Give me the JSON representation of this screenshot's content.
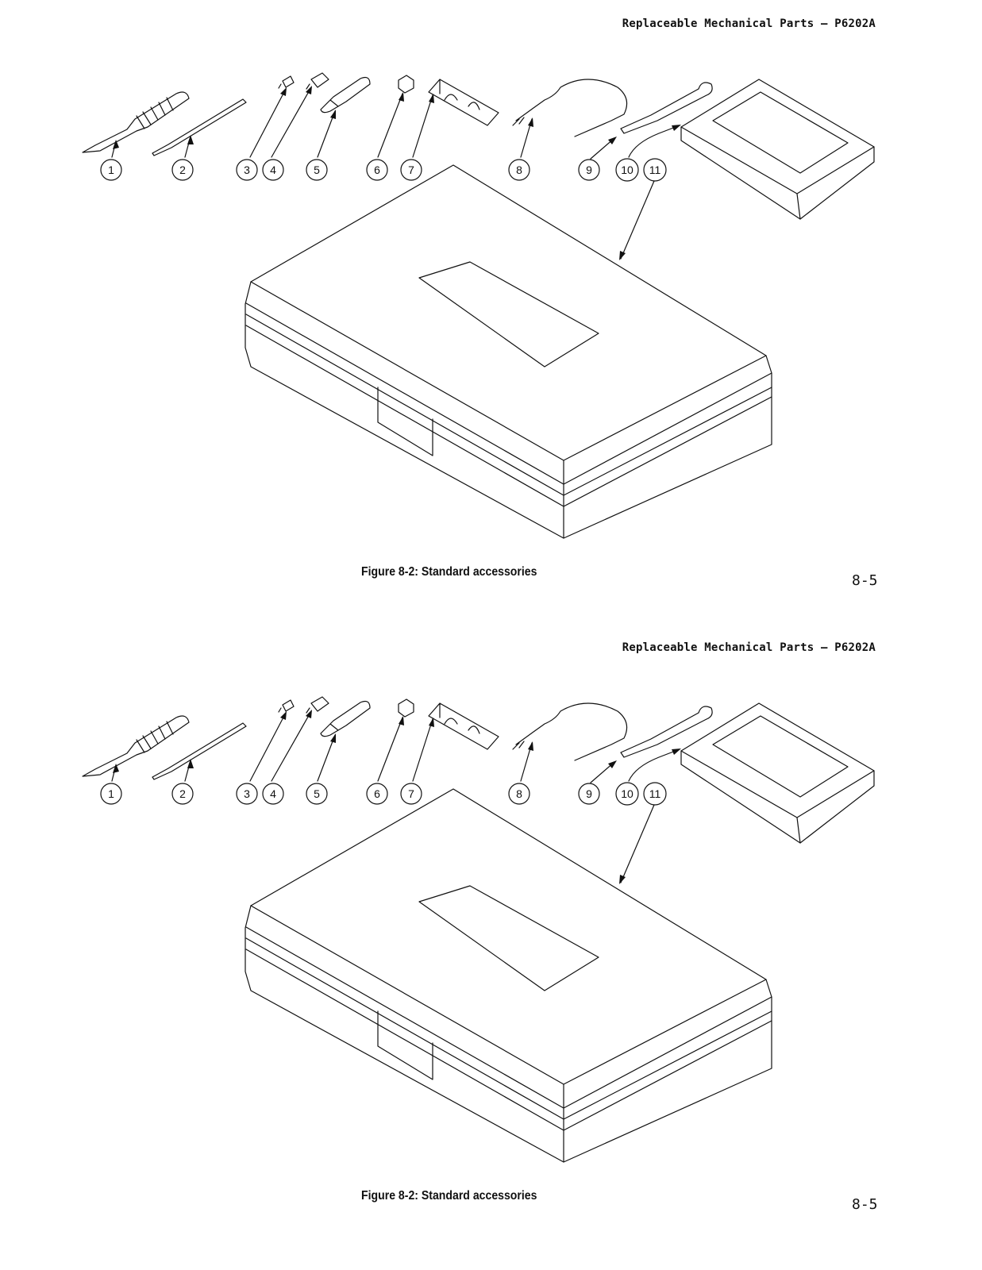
{
  "pages": [
    {
      "header": "Replaceable Mechanical Parts – P6202A",
      "caption": "Figure 8-2: Standard accessories",
      "page_number": "8-5",
      "callouts": [
        "1",
        "2",
        "3",
        "4",
        "5",
        "6",
        "7",
        "8",
        "9",
        "10",
        "11"
      ]
    },
    {
      "header": "Replaceable Mechanical Parts – P6202A",
      "caption": "Figure 8-2: Standard accessories",
      "page_number": "8-5",
      "callouts": [
        "1",
        "2",
        "3",
        "4",
        "5",
        "6",
        "7",
        "8",
        "9",
        "10",
        "11"
      ]
    }
  ]
}
